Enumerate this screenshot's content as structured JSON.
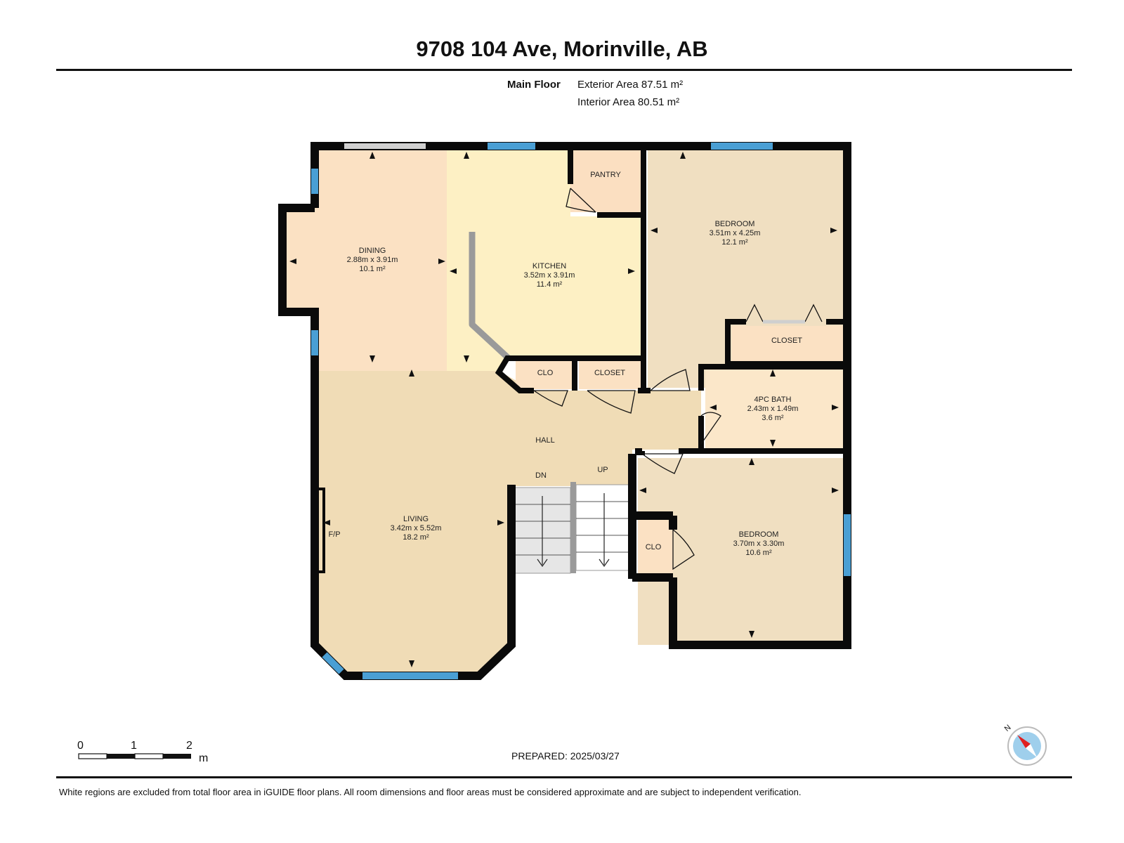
{
  "title": "9708 104 Ave, Morinville, AB",
  "floor": {
    "name": "Main Floor",
    "exterior_area": "Exterior Area 87.51 m²",
    "interior_area": "Interior Area 80.51 m²"
  },
  "rooms": {
    "dining": {
      "name": "DINING",
      "dims": "2.88m x 3.91m",
      "area": "10.1 m²"
    },
    "kitchen": {
      "name": "KITCHEN",
      "dims": "3.52m x 3.91m",
      "area": "11.4 m²"
    },
    "pantry": {
      "name": "PANTRY"
    },
    "bedroom1": {
      "name": "BEDROOM",
      "dims": "3.51m x 4.25m",
      "area": "12.1 m²"
    },
    "closet_bed": {
      "name": "CLOSET"
    },
    "clo_hall": {
      "name": "CLO"
    },
    "closet_hall": {
      "name": "CLOSET"
    },
    "bath": {
      "name": "4PC BATH",
      "dims": "2.43m x 1.49m",
      "area": "3.6 m²"
    },
    "hall": {
      "name": "HALL"
    },
    "stairs_down": {
      "name": "DN"
    },
    "stairs_up": {
      "name": "UP"
    },
    "living": {
      "name": "LIVING",
      "dims": "3.42m x 5.52m",
      "area": "18.2 m²"
    },
    "fireplace": {
      "name": "F/P"
    },
    "clo_bed2": {
      "name": "CLO"
    },
    "bedroom2": {
      "name": "BEDROOM",
      "dims": "3.70m x 3.30m",
      "area": "10.6 m²"
    }
  },
  "scale": {
    "tick0": "0",
    "tick1": "1",
    "tick2": "2",
    "unit": "m"
  },
  "compass": {
    "label": "N"
  },
  "prepared": "PREPARED: 2025/03/27",
  "footer": "White regions are excluded from total floor area in iGUIDE floor plans. All room dimensions and floor areas must be considered approximate and are subject to independent verification.",
  "colors": {
    "wall": "#0a0a0a",
    "window": "#4a9fd4",
    "dining": "#fbe1c3",
    "kitchen": "#fdf0c4",
    "pantry": "#fbdfc1",
    "bedroom": "#f0dfc1",
    "living": "#f0dcb6",
    "bath": "#fbe7c9",
    "stairs": "#e6e6e6"
  }
}
